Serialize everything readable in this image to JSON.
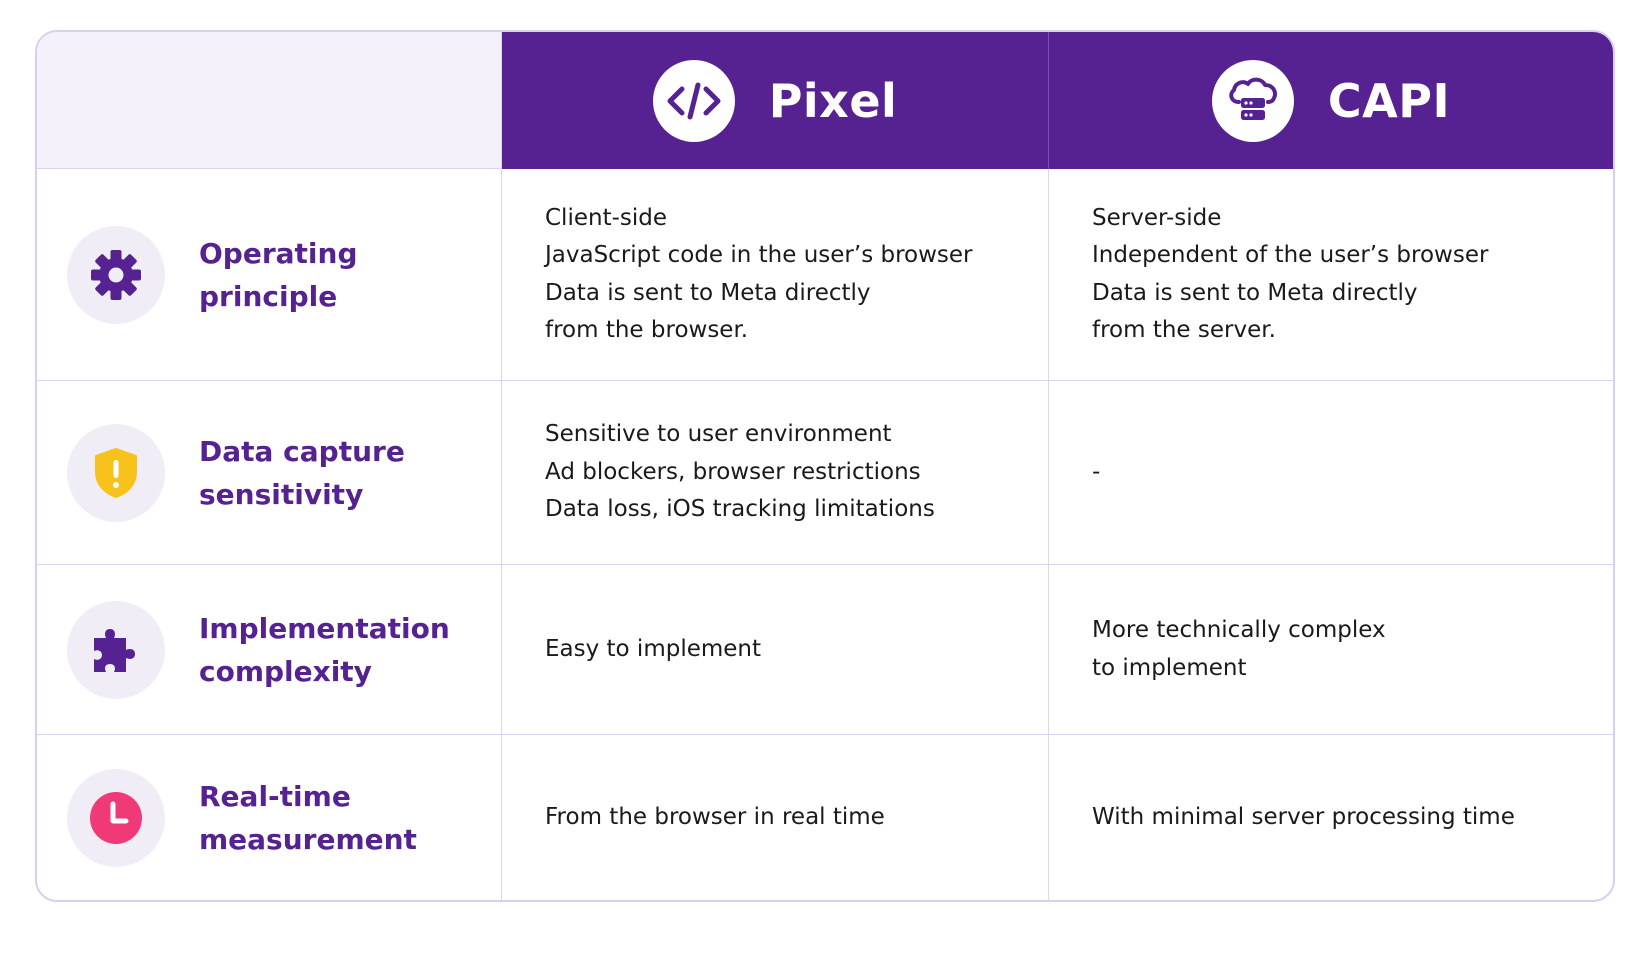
{
  "header": {
    "columns": [
      {
        "title": "Pixel",
        "icon": "code-icon"
      },
      {
        "title": "CAPI",
        "icon": "cloud-server-icon"
      }
    ]
  },
  "rows": [
    {
      "label": "Operating principle",
      "icon": "gear-icon",
      "pixel": "Client-side\nJavaScript code in the user’s browser\nData is sent to Meta directly\nfrom the browser.",
      "capi": "Server-side\nIndependent of the user’s browser\nData is sent to Meta directly\nfrom the server."
    },
    {
      "label": "Data capture\nsensitivity",
      "icon": "shield-warning-icon",
      "pixel": "Sensitive to user environment\nAd blockers, browser restrictions\nData loss, iOS tracking limitations",
      "capi": "-"
    },
    {
      "label": "Implementation\ncomplexity",
      "icon": "puzzle-icon",
      "pixel": "Easy to implement",
      "capi": "More technically complex\nto implement"
    },
    {
      "label": "Real-time\nmeasurement",
      "icon": "clock-icon",
      "pixel": "From the browser in real time",
      "capi": "With minimal server processing time"
    }
  ],
  "colors": {
    "purple": "#562291",
    "header_bg_left": "#f5f1fb",
    "icon_bg": "#f1edf7",
    "border": "#d9cdf0",
    "shield_yellow": "#f7c21b",
    "clock_pink": "#f03a78"
  }
}
